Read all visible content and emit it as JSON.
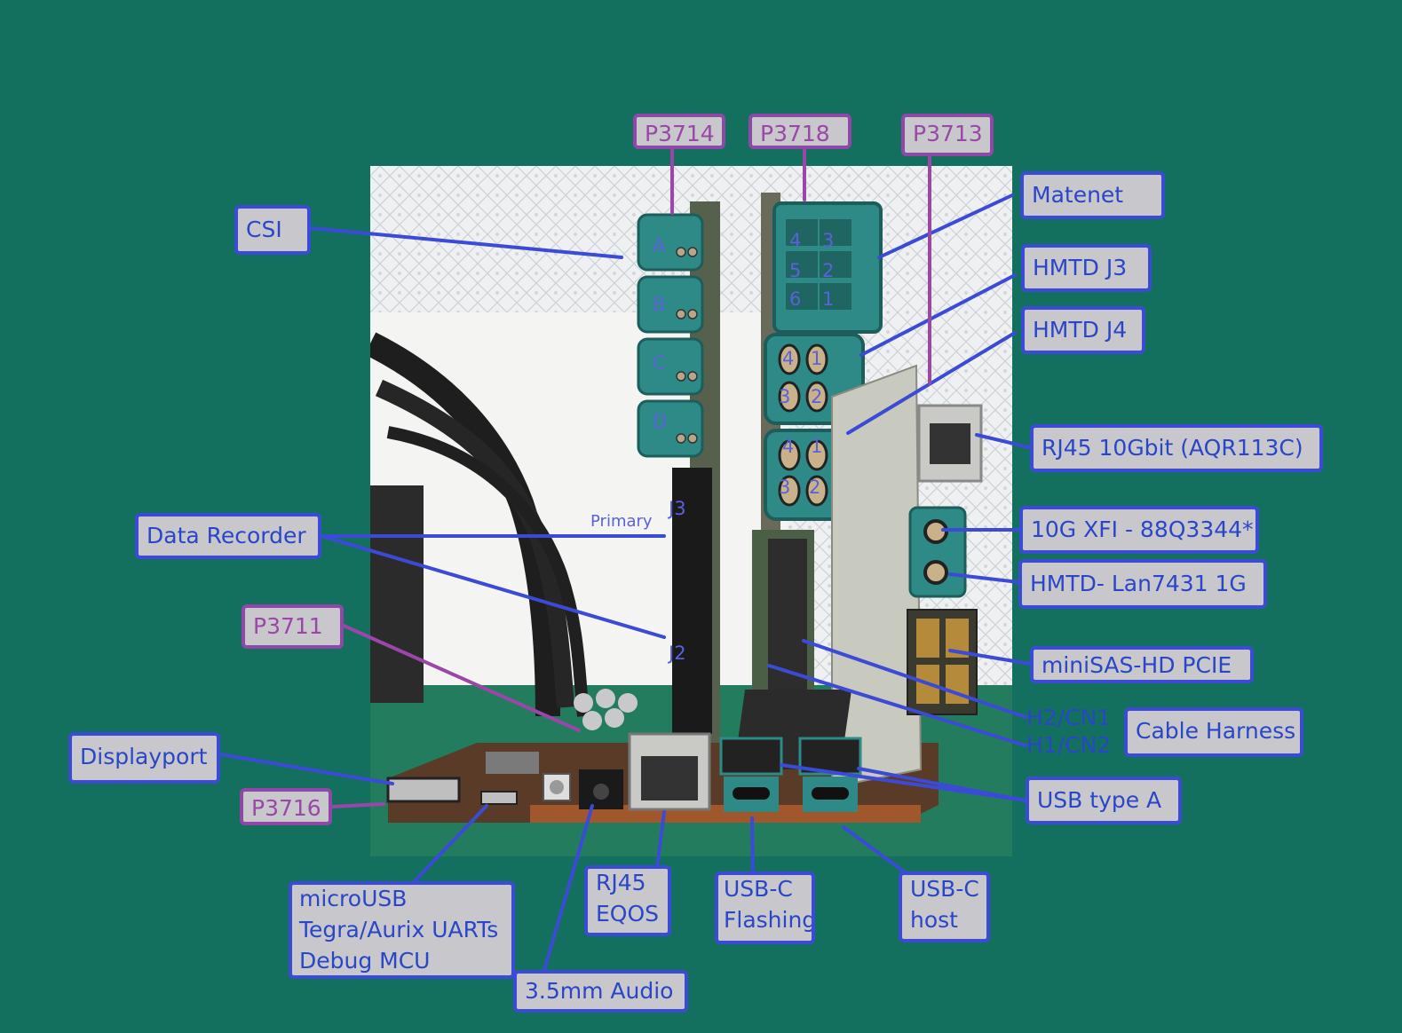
{
  "labels": {
    "p3714": "P3714",
    "p3718": "P3718",
    "p3713": "P3713",
    "csi": "CSI",
    "matenet": "Matenet",
    "hmtd_j3": "HMTD J3",
    "hmtd_j4": "HMTD J4",
    "rj45_10g": "RJ45 10Gbit (AQR113C)",
    "xfi": "10G XFI - 88Q3344*",
    "hmtd_lan": "HMTD- Lan7431 1G",
    "minisas": "miniSAS-HD PCIE",
    "h2cn1": "H2/CN1",
    "h1cn2": "H1/CN2",
    "cable_harness": "Cable Harness",
    "usb_type_a": "USB type A",
    "data_recorder": "Data Recorder",
    "p3711": "P3711",
    "displayport": "Displayport",
    "p3716": "P3716",
    "microusb": [
      "microUSB",
      "Tegra/Aurix UARTs",
      "Debug MCU"
    ],
    "audio": "3.5mm Audio",
    "rj45_eqos": [
      "RJ45",
      "EQOS"
    ],
    "usbc_flashing": [
      "USB-C",
      "Flashing"
    ],
    "usbc_host": [
      "USB-C",
      "host"
    ]
  },
  "photo_text": {
    "csi_ports": [
      "A",
      "B",
      "C",
      "D"
    ],
    "matenet_pins": [
      "4",
      "3",
      "5",
      "2",
      "6",
      "1"
    ],
    "hmtd_pins_top": [
      "4",
      "1",
      "3",
      "2"
    ],
    "hmtd_pins_bottom": [
      "4",
      "1",
      "3",
      "2"
    ],
    "j3": "J3",
    "j2": "J2",
    "primary": "Primary"
  },
  "colors": {
    "background": "#14705e",
    "label_bg": "#c8c8cc",
    "label_text": "#2a46c8",
    "label_border": "#3b4bd6",
    "board_border": "#9048a8",
    "leader_line": "#3b4bd6",
    "board_leader": "#9a47a8",
    "connector_teal": "#2e8a86"
  }
}
